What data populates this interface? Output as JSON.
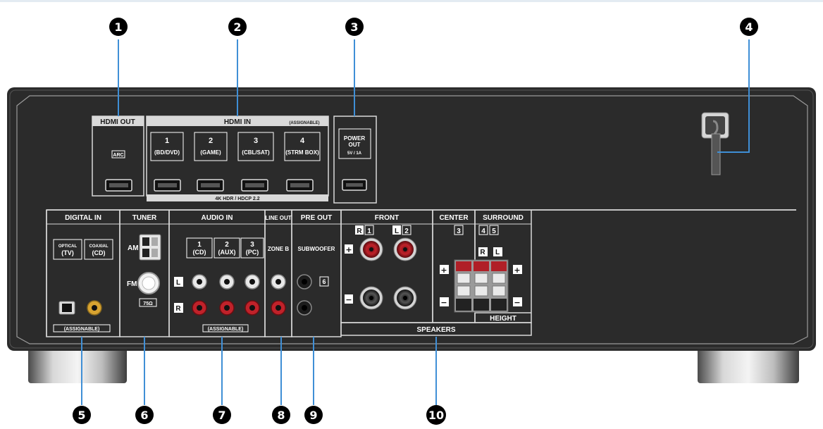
{
  "callouts": [
    "1",
    "2",
    "3",
    "4",
    "5",
    "6",
    "7",
    "8",
    "9",
    "10"
  ],
  "hdmi_out": {
    "title": "HDMI OUT",
    "arc": "ARC"
  },
  "hdmi_in": {
    "title": "HDMI IN",
    "assignable": "(ASSIGNABLE)",
    "inputs": [
      {
        "num": "1",
        "name": "(BD/DVD)"
      },
      {
        "num": "2",
        "name": "(GAME)"
      },
      {
        "num": "3",
        "name": "(CBL/SAT)"
      },
      {
        "num": "4",
        "name": "(STRM BOX)"
      }
    ],
    "footer": "4K HDR / HDCP 2.2"
  },
  "power_out": {
    "line1": "POWER",
    "line2": "OUT",
    "rating": "5V / 1A"
  },
  "digital_in": {
    "title": "DIGITAL IN",
    "optical_label": "OPTICAL",
    "optical_name": "(TV)",
    "coaxial_label": "COAXIAL",
    "coaxial_name": "(CD)",
    "assignable": "(ASSIGNABLE)"
  },
  "tuner": {
    "title": "TUNER",
    "am": "AM",
    "fm": "FM",
    "ohm": "75Ω"
  },
  "audio_in": {
    "title": "AUDIO IN",
    "inputs": [
      {
        "num": "1",
        "name": "(CD)"
      },
      {
        "num": "2",
        "name": "(AUX)"
      },
      {
        "num": "3",
        "name": "(PC)"
      }
    ],
    "left": "L",
    "right": "R",
    "assignable": "(ASSIGNABLE)"
  },
  "line_out": {
    "title": "LINE OUT",
    "zone": "ZONE B"
  },
  "pre_out": {
    "title": "PRE OUT",
    "subwoofer": "SUBWOOFER",
    "channel": "6"
  },
  "speakers": {
    "front": "FRONT",
    "front_r": "R",
    "front_r_num": "1",
    "front_l": "L",
    "front_l_num": "2",
    "center": "CENTER",
    "center_num": "3",
    "surround": "SURROUND",
    "surround_num_a": "4",
    "surround_num_b": "5",
    "surround_r": "R",
    "surround_l": "L",
    "plus": "+",
    "minus": "−",
    "height": "HEIGHT",
    "footer": "SPEAKERS"
  },
  "colors": {
    "chassis": "#2b2b2b",
    "panel_line": "#d9d9d9",
    "callout_line": "#3f8fd6",
    "red_jack": "#c0222a",
    "gold": "#d9a431"
  }
}
